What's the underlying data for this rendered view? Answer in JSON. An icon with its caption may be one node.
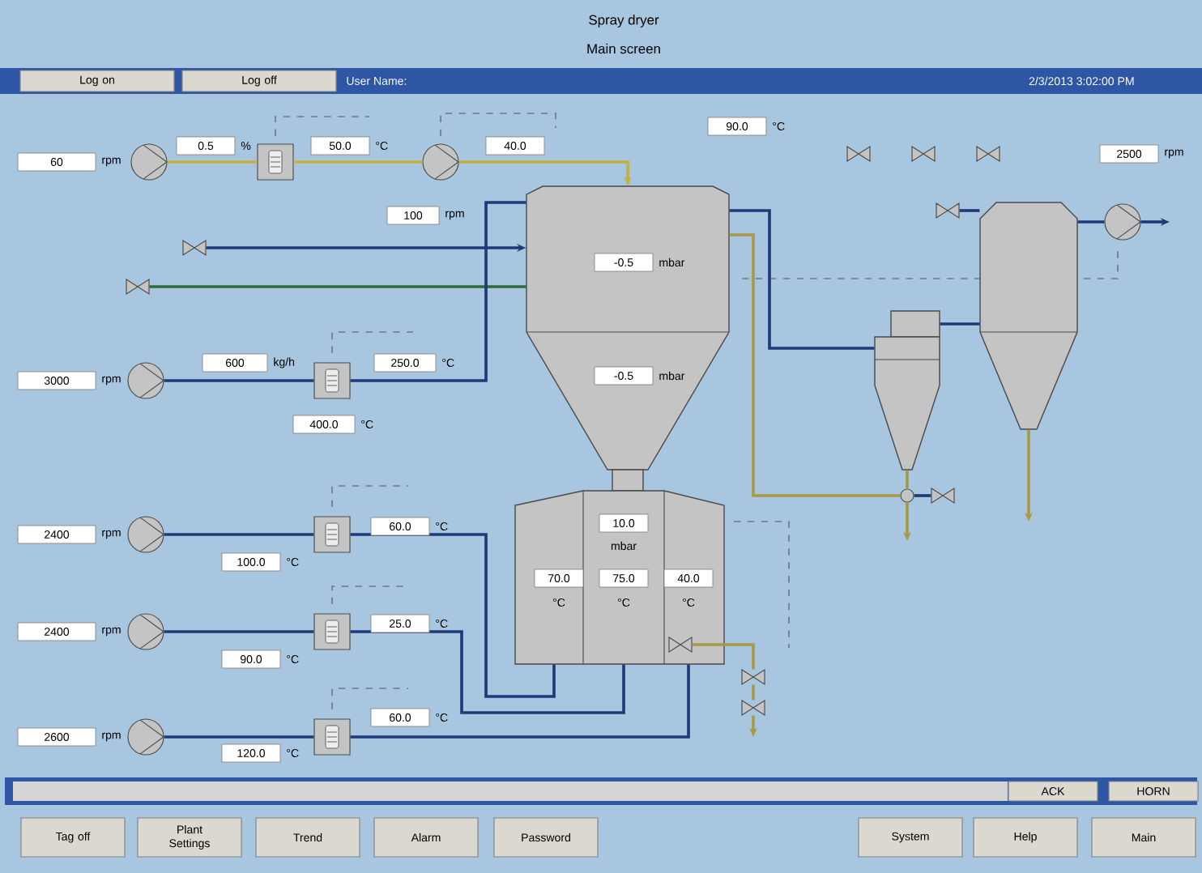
{
  "diagram": {
    "title": "Spray dryer",
    "nodes": [
      {
        "text": [],
        "shape": "circle"
      },
      {
        "text": [],
        "shape": "box"
      },
      {
        "text": [],
        "shape": "circle"
      },
      {
        "text": [],
        "shape": "vessel"
      },
      {
        "text": [],
        "shape": "valve"
      },
      {
        "text": [],
        "shape": "valve"
      },
      {
        "text": [],
        "shape": "cyclone"
      },
      {
        "text": [],
        "shape": "vessel"
      },
      {
        "text": [],
        "shape": "circle"
      },
      {
        "text": [],
        "shape": "valve"
      },
      {
        "text": [],
        "shape": "circle"
      },
      {
        "text": [],
        "shape": "box"
      },
      {
        "text": [],
        "shape": "circle"
      },
      {
        "text": [],
        "shape": "box"
      },
      {
        "text": [],
        "shape": "vessel"
      },
      {
        "text": [],
        "shape": "circle"
      },
      {
        "text": [],
        "shape": "box"
      },
      {
        "text": [],
        "shape": "circle"
      },
      {
        "text": [],
        "shape": "box"
      },
      {
        "text": [],
        "shape": "circle"
      },
      {
        "text": [],
        "shape": "valve"
      },
      {
        "text": [],
        "shape": "valve",
        "in": 14
      },
      {
        "text": [],
        "shape": "valve"
      },
      {
        "text": [],
        "shape": "valve"
      },
      {
        "text": [],
        "shape": "valve"
      },
      {
        "text": [],
        "shape": "valve"
      },
      {
        "text": [],
        "shape": "valve"
      }
    ],
    "edges": [
      {
        "from": 0,
        "to": 1,
        "arrow": "none",
        "color": "#c2b040"
      },
      {
        "from": 1,
        "to": 2,
        "arrow": "none",
        "color": "#c2b040"
      },
      {
        "from": 2,
        "to": 3,
        "arrow": "to",
        "color": "#c2b040"
      },
      {
        "from": 4,
        "to": 3,
        "arrow": "to"
      },
      {
        "from": 5,
        "to": 3,
        "arrow": "none",
        "color": "#2f6b3a"
      },
      {
        "from": 10,
        "to": 11,
        "arrow": "none"
      },
      {
        "from": 11,
        "to": 3,
        "arrow": "none"
      },
      {
        "from": 12,
        "to": 13,
        "arrow": "none"
      },
      {
        "from": 13,
        "to": 14,
        "arrow": "none"
      },
      {
        "from": 15,
        "to": 16,
        "arrow": "none"
      },
      {
        "from": 16,
        "to": 14,
        "arrow": "none"
      },
      {
        "from": 17,
        "to": 18,
        "arrow": "none"
      },
      {
        "from": 18,
        "to": 14,
        "arrow": "none"
      },
      {
        "from": 3,
        "to": 6,
        "arrow": "none"
      },
      {
        "from": 6,
        "to": 7,
        "arrow": "none"
      },
      {
        "from": 7,
        "to": 8,
        "arrow": "none"
      },
      {
        "from": 8,
        "to": null,
        "arrow": "to"
      },
      {
        "from": 9,
        "to": 7,
        "arrow": "none"
      },
      {
        "from": 3,
        "to": 19,
        "arrow": "none",
        "color": "#a89a45"
      },
      {
        "from": 6,
        "to": 19,
        "arrow": "none",
        "color": "#a89a45"
      },
      {
        "from": 19,
        "to": 20,
        "arrow": "none"
      },
      {
        "from": 19,
        "to": null,
        "arrow": "to",
        "color": "#a89a45"
      },
      {
        "from": 7,
        "to": null,
        "arrow": "to",
        "color": "#a89a45"
      },
      {
        "from": 21,
        "to": 22,
        "arrow": "none",
        "color": "#a89a45"
      },
      {
        "from": 22,
        "to": 23,
        "arrow": "none",
        "color": "#a89a45"
      },
      {
        "from": 23,
        "to": null,
        "arrow": "to",
        "color": "#a89a45"
      }
    ],
    "labels": [
      "Main screen",
      "Log on",
      "Log off",
      "User Name:",
      "2/3/2013 3:02:00 PM",
      "60",
      "rpm",
      "0.5",
      "%",
      "50.0",
      "°C",
      "40.0",
      "100",
      "rpm",
      "90.0",
      "°C",
      "2500",
      "rpm",
      "-0.5",
      "mbar",
      "3000",
      "rpm",
      "600",
      "kg/h",
      "250.0",
      "°C",
      "400.0",
      "°C",
      "-0.5",
      "mbar",
      "2400",
      "rpm",
      "60.0",
      "°C",
      "100.0",
      "°C",
      "10.0",
      "mbar",
      "70.0",
      "°C",
      "75.0",
      "°C",
      "40.0",
      "°C",
      "2400",
      "rpm",
      "25.0",
      "°C",
      "90.0",
      "°C",
      "2600",
      "rpm",
      "60.0",
      "°C",
      "120.0",
      "°C",
      "ACK",
      "HORN",
      "Tag off",
      "Plant Settings",
      "Trend",
      "Alarm",
      "Password",
      "System",
      "Help",
      "Main"
    ]
  }
}
